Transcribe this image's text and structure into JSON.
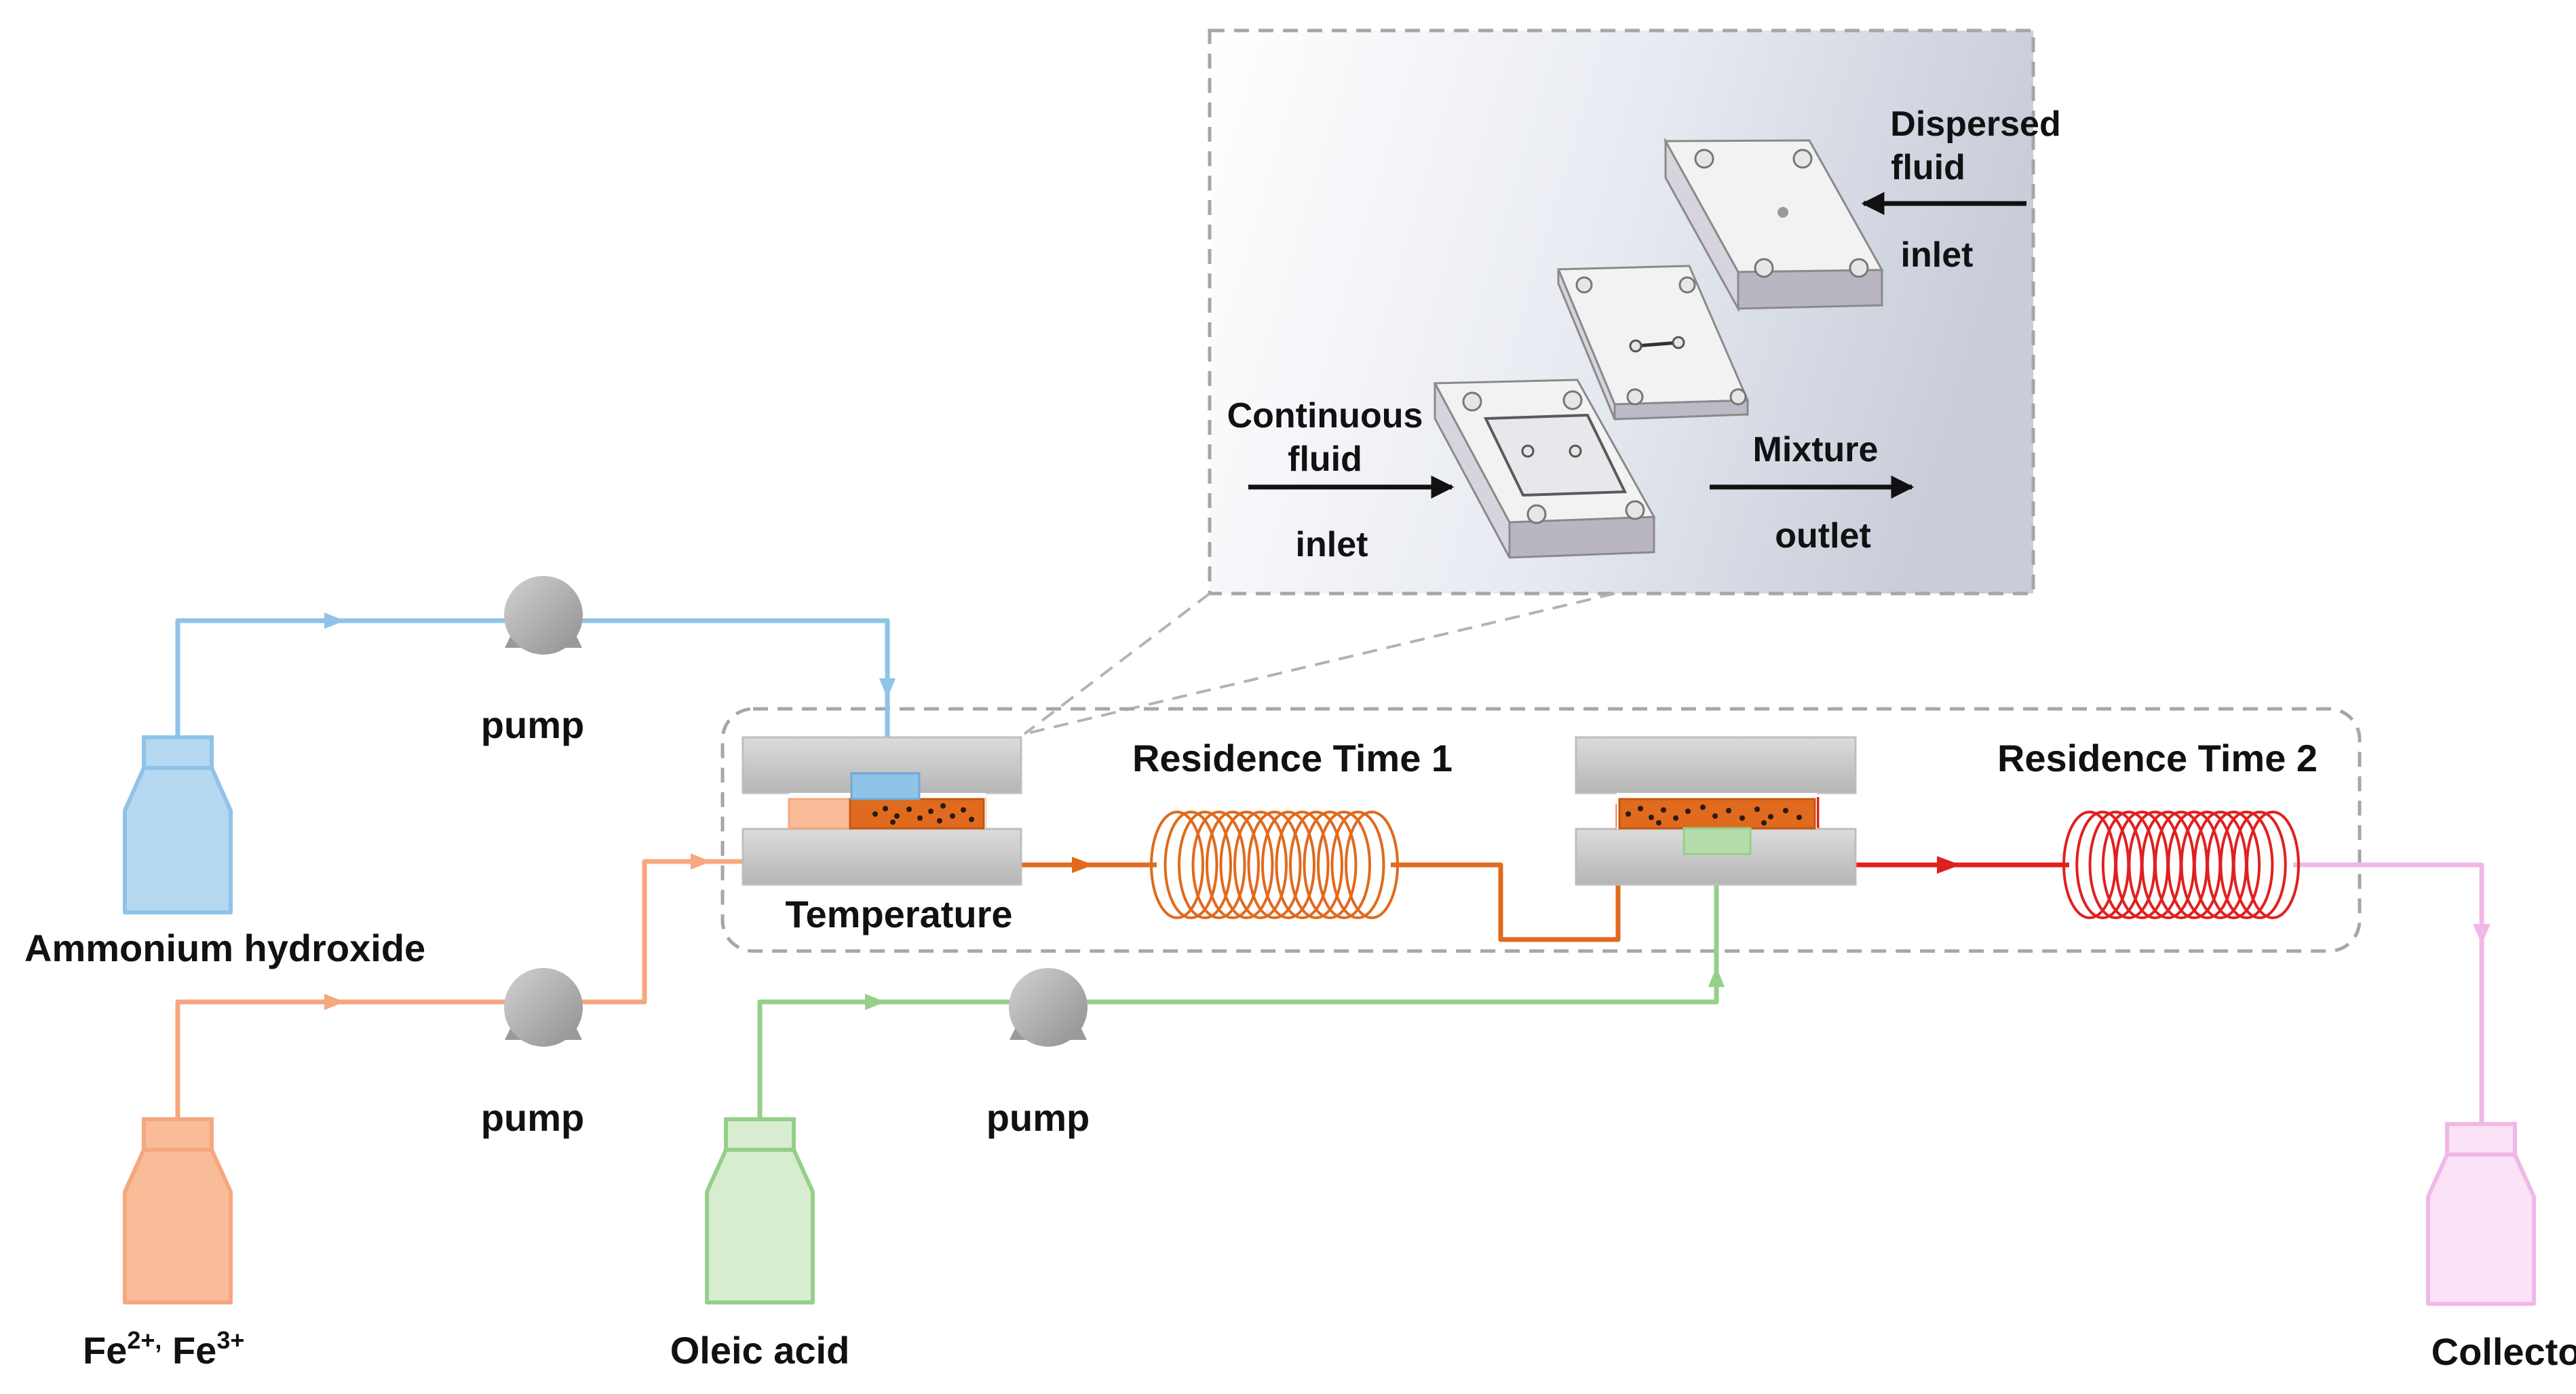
{
  "labels": {
    "ammonium_hydroxide": "Ammonium hydroxide",
    "fe_base1": "Fe",
    "fe_sup1": "2+,",
    "fe_base2": " Fe",
    "fe_sup2": "3+",
    "oleic_acid": "Oleic acid",
    "collector": "Collector",
    "pump_top": "pump",
    "pump_middle": "pump",
    "pump_oleic": "pump",
    "temperature": "Temperature",
    "residence_time_1": "Residence Time 1",
    "residence_time_2": "Residence Time 2"
  },
  "inset": {
    "dispersed_line1": "Dispersed",
    "dispersed_line2": "fluid",
    "dispersed_inlet": "inlet",
    "continuous_line1": "Continuous",
    "continuous_line2": "fluid",
    "continuous_inlet": "inlet",
    "mixture": "Mixture",
    "mixture_outlet": "outlet"
  },
  "colors": {
    "ammonium": "#8fc3e8",
    "ammonium_fill": "#b5d8f1",
    "iron": "#f6a77f",
    "iron_fill": "#f9bc99",
    "oleic": "#95cf8a",
    "oleic_fill": "#d8edcf",
    "collector": "#f0b8e6",
    "collector_fill": "#fbe2f6",
    "mixture_orange": "#e06a1d",
    "product_red": "#e02020",
    "pump_gray": "#a9a9a9",
    "chip_gray": "#c8c8c8",
    "dashed_border": "#a6a6a6"
  }
}
